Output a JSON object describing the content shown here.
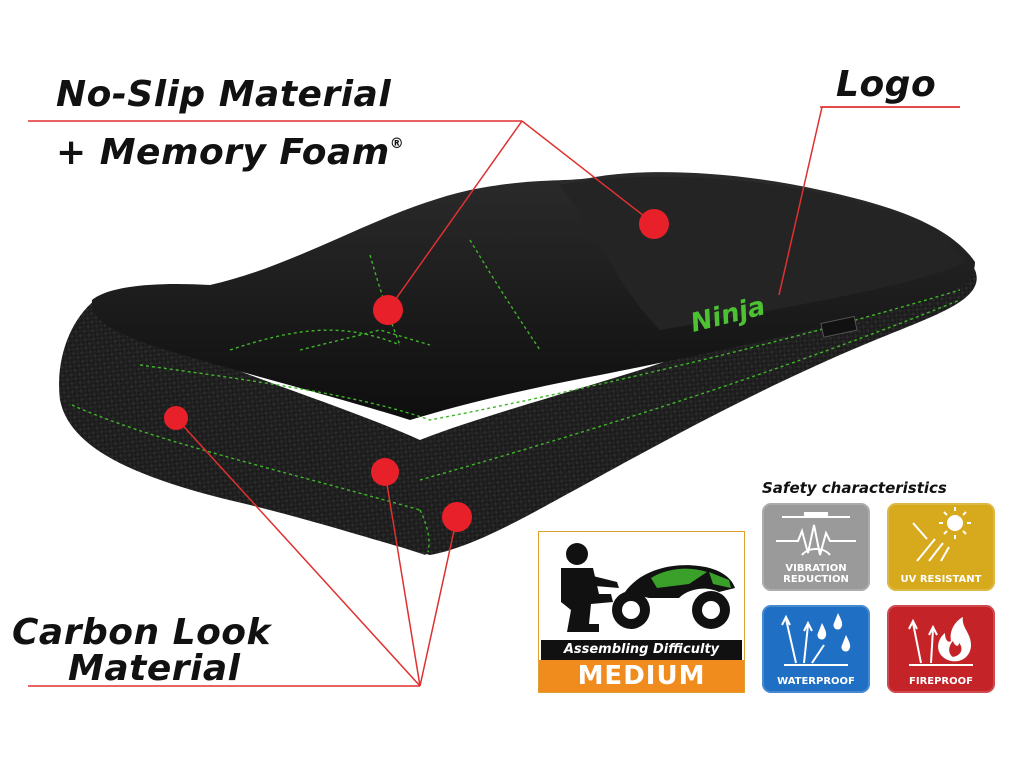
{
  "callouts": {
    "no_slip": "No-Slip Material",
    "memory_foam": "+ Memory Foam",
    "registered_mark": "®",
    "logo": "Logo",
    "carbon_line1": "Carbon Look",
    "carbon_line2": "Material"
  },
  "seat": {
    "logo_text": "Ninja",
    "stitch_color": "#3fb52a",
    "logo_color": "#4cc232",
    "leader_color": "#e03030"
  },
  "difficulty": {
    "caption": "Assembling Difficulty",
    "level": "MEDIUM"
  },
  "safety": {
    "title": "Safety characteristics",
    "tiles": [
      {
        "label_line1": "VIBRATION",
        "label_line2": "REDUCTION",
        "color": "#9a9a9a",
        "icon": "vibration-icon"
      },
      {
        "label_line1": "UV RESISTANT",
        "label_line2": "",
        "color": "#d7a91c",
        "icon": "uv-sun-icon"
      },
      {
        "label_line1": "WATERPROOF",
        "label_line2": "",
        "color": "#1f6fc4",
        "icon": "water-drops-icon"
      },
      {
        "label_line1": "FIREPROOF",
        "label_line2": "",
        "color": "#c42328",
        "icon": "flame-icon"
      }
    ]
  }
}
